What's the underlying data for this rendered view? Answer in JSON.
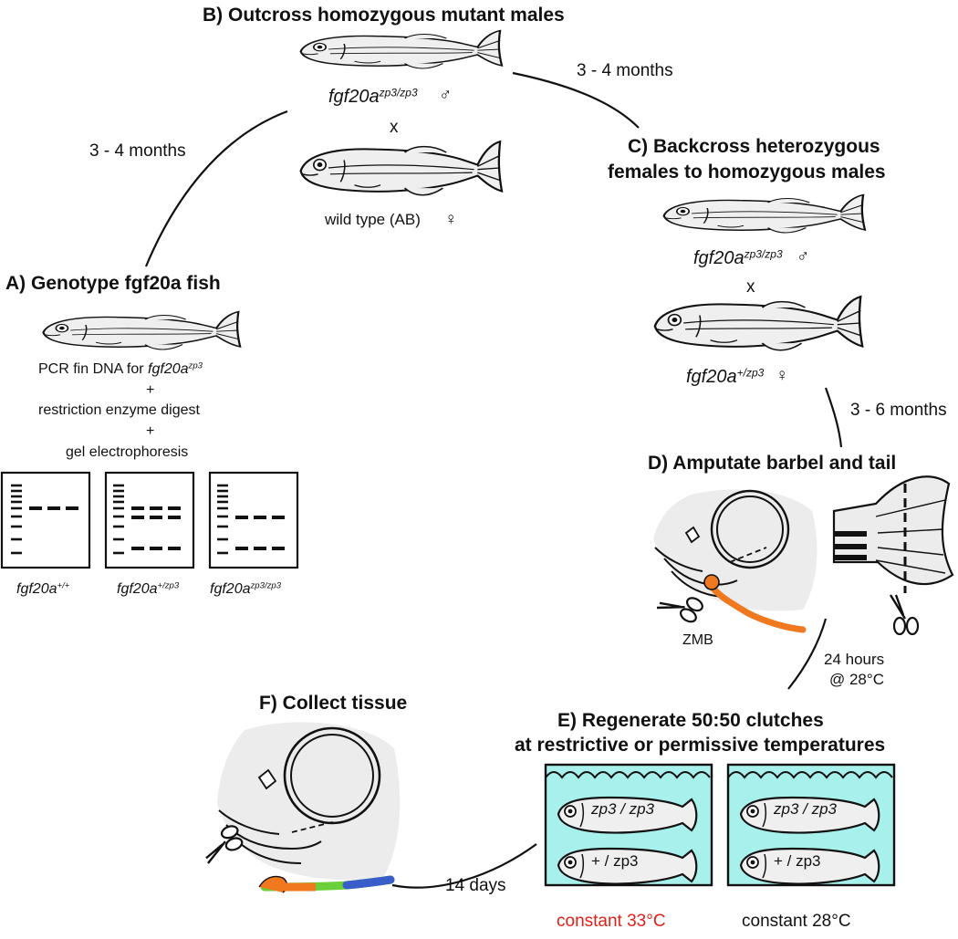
{
  "steps": {
    "A": {
      "title": "A) Genotype fgf20a fish",
      "pcr_pre": "PCR fin DNA for ",
      "pcr_geno": "fgf20a",
      "pcr_sup": "zp3",
      "plus1": "+",
      "digest": "restriction enzyme digest",
      "plus2": "+",
      "electro": "gel electrophoresis",
      "gels": [
        {
          "geno": "fgf20a",
          "sup": "+/+"
        },
        {
          "geno": "fgf20a",
          "sup": "+/zp3"
        },
        {
          "geno": "fgf20a",
          "sup": "zp3/zp3"
        }
      ]
    },
    "B": {
      "title": "B) Outcross homozygous mutant males",
      "male_geno": "fgf20a",
      "male_sup": "zp3/zp3",
      "male_symbol": "♂",
      "cross": "x",
      "female_label": "wild type (AB)",
      "female_symbol": "♀"
    },
    "C": {
      "title_line1": "C) Backcross heterozygous",
      "title_line2": "females to homozygous males",
      "male_geno": "fgf20a",
      "male_sup": "zp3/zp3",
      "male_symbol": "♂",
      "cross": "x",
      "female_geno": "fgf20a",
      "female_sup": "+/zp3",
      "female_symbol": "♀"
    },
    "D": {
      "title": "D) Amputate barbel and tail",
      "zmb": "ZMB"
    },
    "E": {
      "title_line1": "E) Regenerate 50:50 clutches",
      "title_line2": "at restrictive or permissive temperatures",
      "tank_fish_1": "zp3 / zp3",
      "tank_fish_2": "+ / zp3",
      "temp_left": "constant 33°C",
      "temp_right": "constant 28°C"
    },
    "F": {
      "title": "F) Collect tissue"
    }
  },
  "durations": {
    "a_to_b": "3 - 4 months",
    "b_to_c": "3 - 4 months",
    "c_to_d": "3 - 6 months",
    "d_to_e_line1": "24 hours",
    "d_to_e_line2": "@ 28°C",
    "e_to_f": "14 days"
  },
  "colors": {
    "fish_body": "#efefef",
    "head_fill": "#ececec",
    "water": "#a8f0ec",
    "barbel": "#f0781e",
    "temp_hot": "#e02019"
  }
}
